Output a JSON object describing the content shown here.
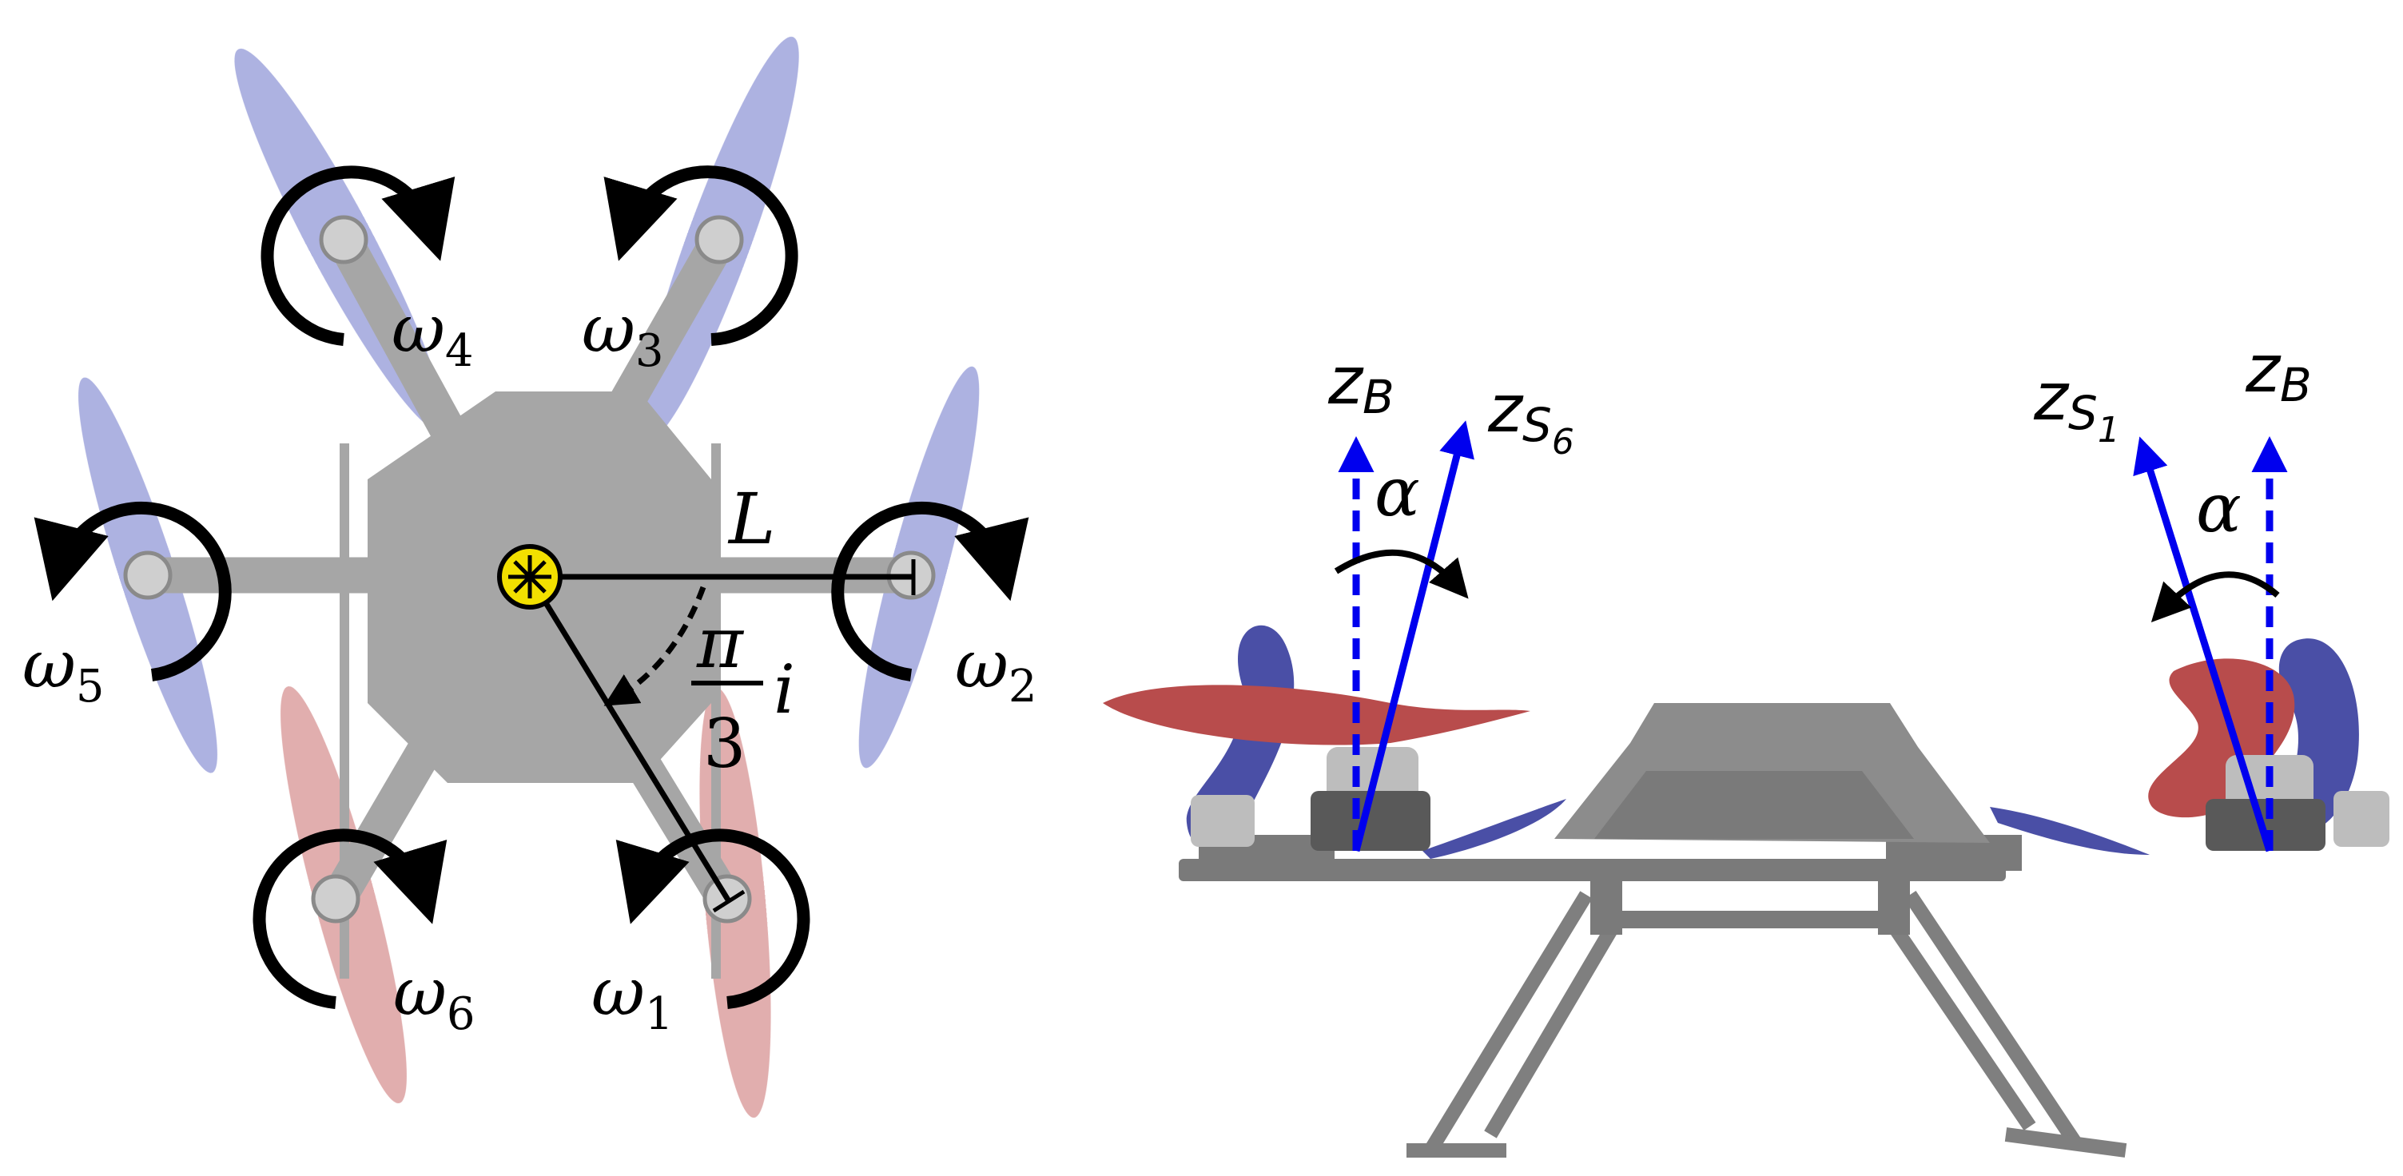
{
  "top_view": {
    "rotors": [
      {
        "id": "4",
        "symbol": "ω",
        "sub": "4",
        "prop": "blue",
        "spin": "cw"
      },
      {
        "id": "3",
        "symbol": "ω",
        "sub": "3",
        "prop": "blue",
        "spin": "ccw"
      },
      {
        "id": "5",
        "symbol": "ω",
        "sub": "5",
        "prop": "blue",
        "spin": "ccw"
      },
      {
        "id": "2",
        "symbol": "ω",
        "sub": "2",
        "prop": "blue",
        "spin": "cw"
      },
      {
        "id": "6",
        "symbol": "ω",
        "sub": "6",
        "prop": "red",
        "spin": "cw"
      },
      {
        "id": "1",
        "symbol": "ω",
        "sub": "1",
        "prop": "red",
        "spin": "ccw"
      }
    ],
    "arm_length_label": "L",
    "angle_numerator": "π",
    "angle_denominator": "3",
    "angle_index": "i"
  },
  "side_view": {
    "left_rotor": {
      "body_axis": "z",
      "body_axis_sub": "B",
      "rotor_axis": "z",
      "rotor_axis_sub": "S",
      "rotor_axis_subsub": "6",
      "tilt_label": "α"
    },
    "right_rotor": {
      "body_axis": "z",
      "body_axis_sub": "B",
      "rotor_axis": "z",
      "rotor_axis_sub": "S",
      "rotor_axis_subsub": "1",
      "tilt_label": "α"
    }
  },
  "colors": {
    "prop_blue": "#9fa4dc",
    "prop_red": "#dca0a0",
    "frame_gray": "#a6a6a6",
    "center_marker": "#f2e000",
    "axis_blue": "#0000ee",
    "side_prop_blue": "#4a4fa6",
    "side_prop_red": "#b84c4c"
  }
}
